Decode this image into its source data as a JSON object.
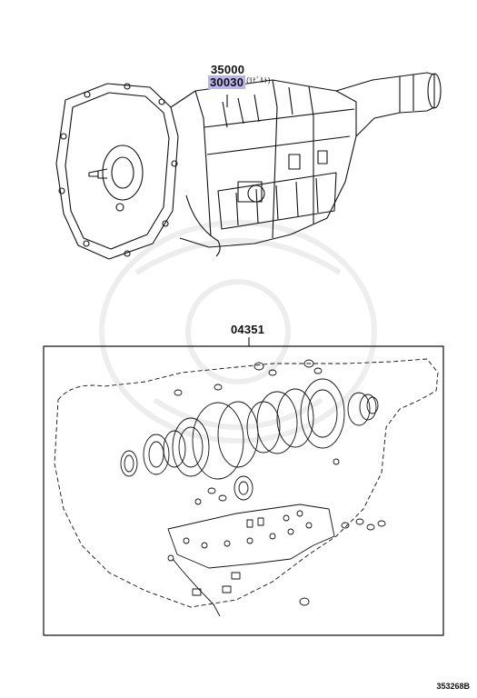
{
  "labels": {
    "assembly_part": "35000",
    "rebuilt_part": "30030",
    "rebuilt_note": "(ﾘﾋﾞﾙﾄ)",
    "gasket_kit": "04351"
  },
  "figure_number": "353268B",
  "colors": {
    "highlight": "#b9b6ee",
    "ink": "#111111"
  }
}
